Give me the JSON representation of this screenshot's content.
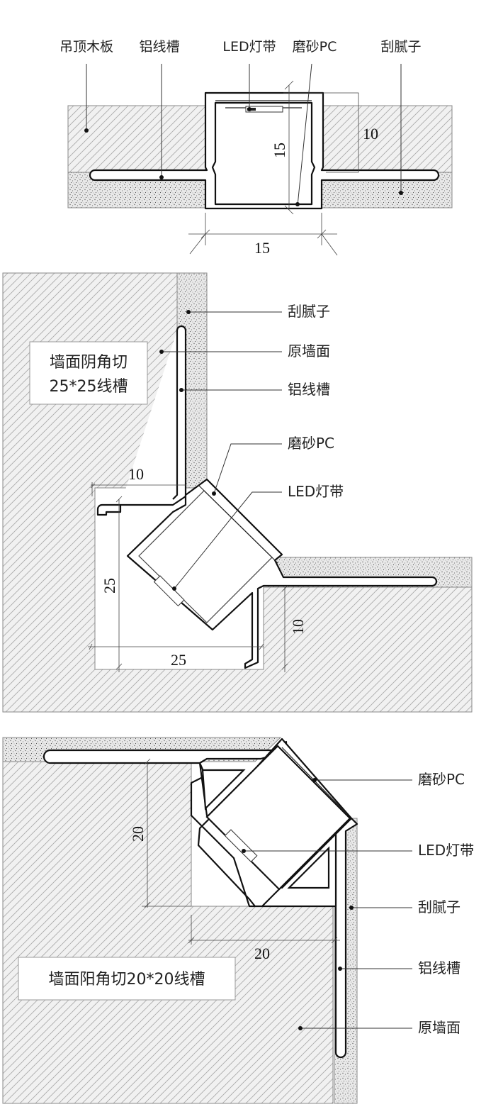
{
  "diagram1": {
    "labels": {
      "ceiling_board": "吊顶木板",
      "aluminum_channel": "铝线槽",
      "led_strip": "LED灯带",
      "frosted_pc": "磨砂PC",
      "putty": "刮腻子"
    },
    "dims": {
      "height": "15",
      "depth": "10",
      "width": "15"
    }
  },
  "diagram2": {
    "title_line1": "墙面阴角切",
    "title_line2": "25*25线槽",
    "labels": {
      "putty": "刮腻子",
      "original_wall": "原墙面",
      "aluminum_channel": "铝线槽",
      "frosted_pc": "磨砂PC",
      "led_strip": "LED灯带"
    },
    "dims": {
      "top": "10",
      "left": "25",
      "bottom": "25",
      "right": "10"
    }
  },
  "diagram3": {
    "title": "墙面阳角切20*20线槽",
    "labels": {
      "frosted_pc": "磨砂PC",
      "led_strip": "LED灯带",
      "putty": "刮腻子",
      "aluminum_channel": "铝线槽",
      "original_wall": "原墙面"
    },
    "dims": {
      "vertical": "20",
      "horizontal": "20"
    }
  }
}
